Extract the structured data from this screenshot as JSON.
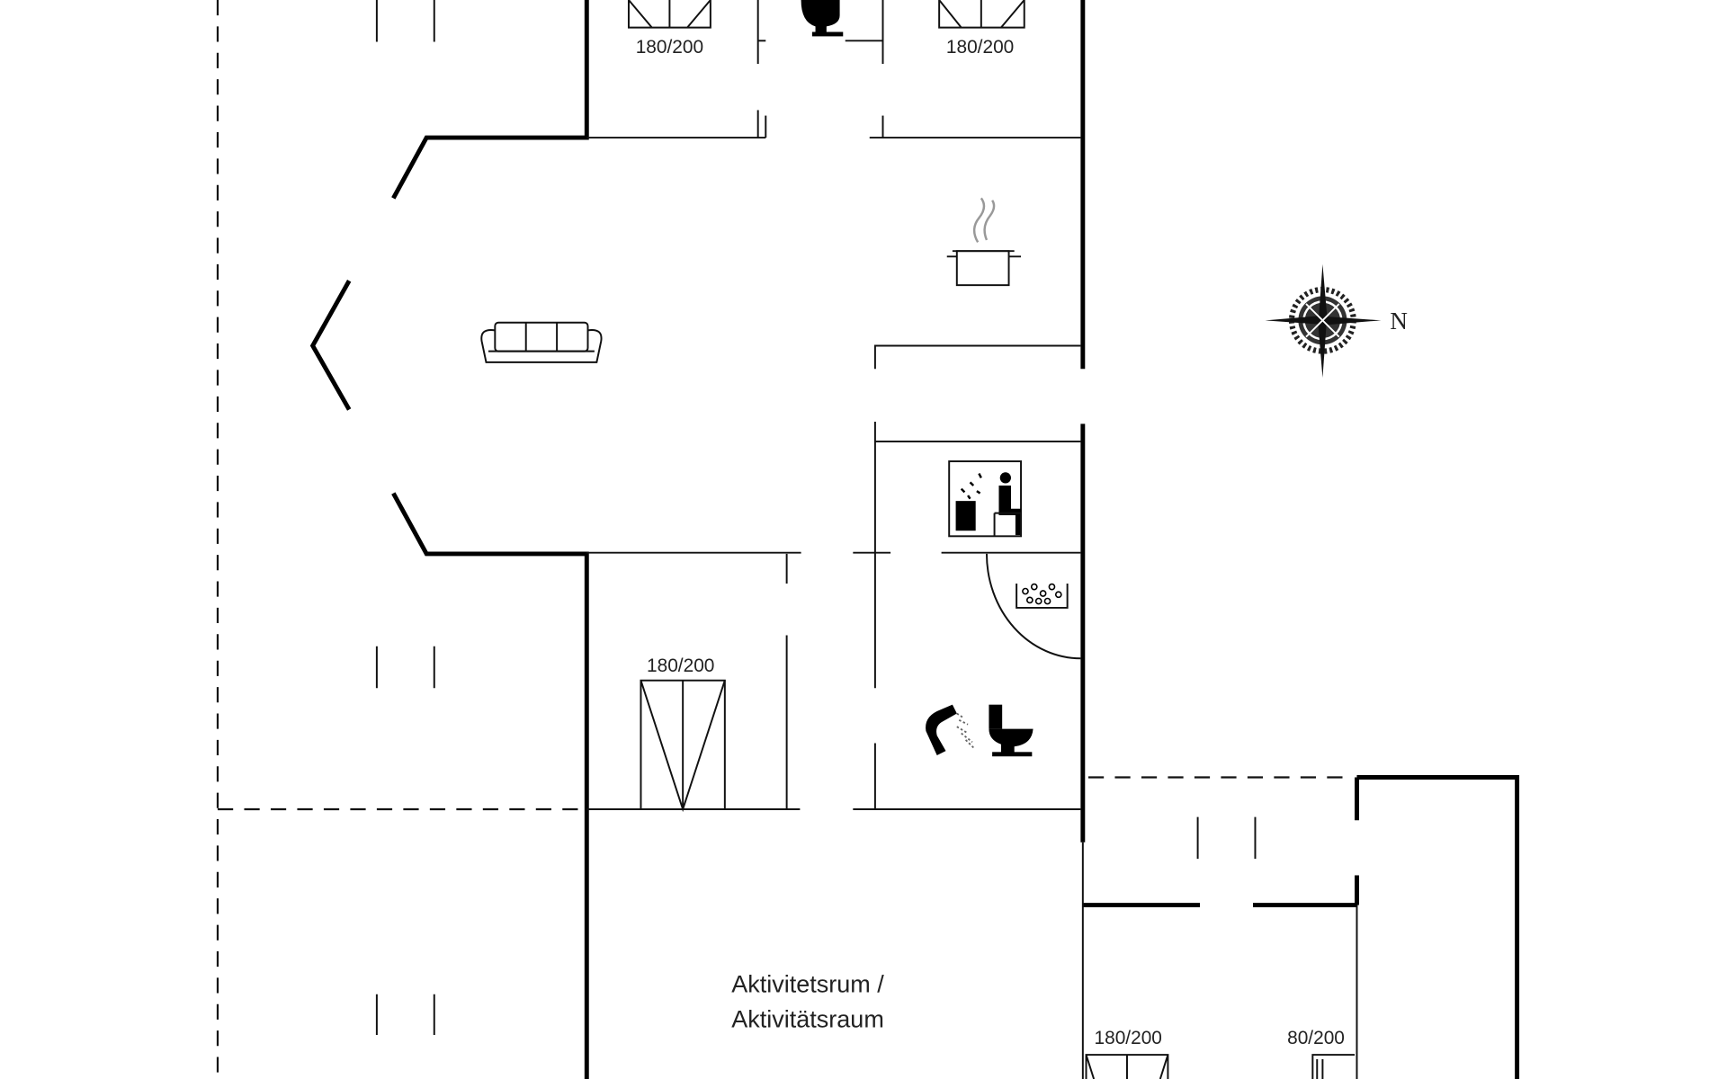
{
  "plan": {
    "beds": [
      {
        "size": "180/200"
      },
      {
        "size": "180/200"
      },
      {
        "size": "180/200"
      },
      {
        "size": "180/200"
      },
      {
        "size": "80/200"
      }
    ],
    "rooms": {
      "activity_line1": "Aktivitetsrum /",
      "activity_line2": "Aktivitätsraum"
    },
    "compass_label": "N",
    "icons": [
      "sofa-icon",
      "cooking-pot-icon",
      "sauna-icon",
      "hot-tub-icon",
      "shower-icon",
      "toilet-icon",
      "compass-rose-icon"
    ]
  }
}
